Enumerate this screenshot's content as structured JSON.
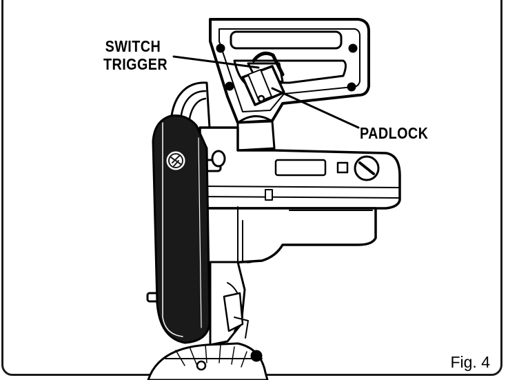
{
  "labels": {
    "switch_line1": "SWITCH",
    "switch_line2": "TRIGGER",
    "padlock": "PADLOCK",
    "figure": "Fig. 4"
  },
  "colors": {
    "ink": "#000000",
    "paper": "#ffffff"
  }
}
